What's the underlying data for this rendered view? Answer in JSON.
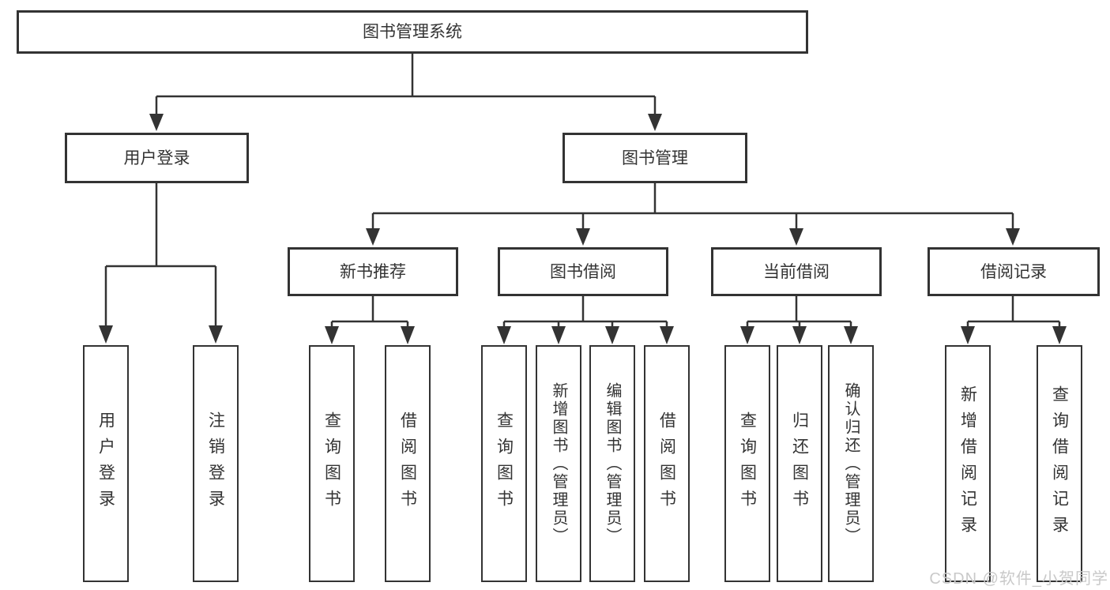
{
  "diagram": {
    "root": {
      "label": "图书管理系统"
    },
    "branches": [
      {
        "label": "用户登录",
        "children": [
          {
            "label": "用户登录"
          },
          {
            "label": "注销登录"
          }
        ]
      },
      {
        "label": "图书管理",
        "children": [
          {
            "label": "新书推荐",
            "children": [
              {
                "label": "查询图书"
              },
              {
                "label": "借阅图书"
              }
            ]
          },
          {
            "label": "图书借阅",
            "children": [
              {
                "label": "查询图书"
              },
              {
                "label": "新增图书（管理员）"
              },
              {
                "label": "编辑图书（管理员）"
              },
              {
                "label": "借阅图书"
              }
            ]
          },
          {
            "label": "当前借阅",
            "children": [
              {
                "label": "查询图书"
              },
              {
                "label": "归还图书"
              },
              {
                "label": "确认归还（管理员）"
              }
            ]
          },
          {
            "label": "借阅记录",
            "children": [
              {
                "label": "新增借阅记录"
              },
              {
                "label": "查询借阅记录"
              }
            ]
          }
        ]
      }
    ]
  },
  "watermark": {
    "text": "CSDN @软件_小贺同学"
  },
  "colors": {
    "line": "#333333",
    "text": "#333333",
    "background": "#ffffff",
    "watermark": "#c9c9c9"
  }
}
